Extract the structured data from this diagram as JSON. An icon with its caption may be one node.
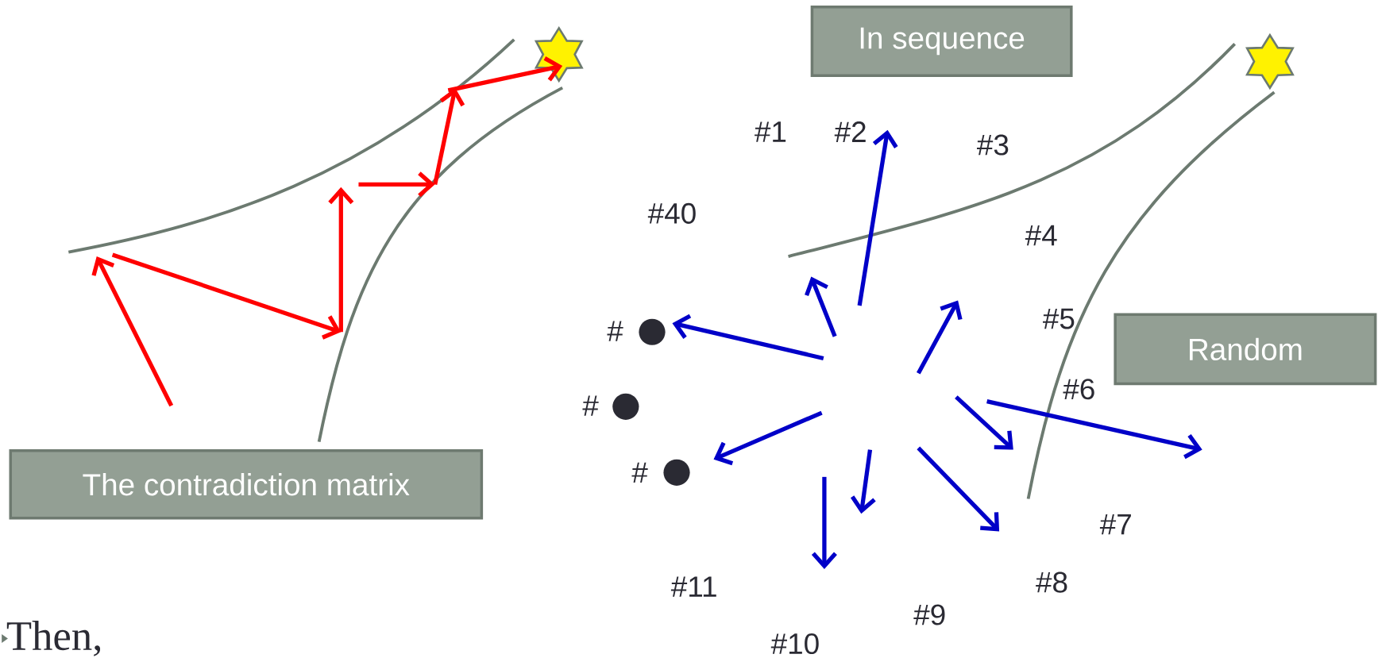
{
  "diagram": {
    "nodes": [
      {
        "text": [
          "In sequence"
        ]
      },
      {
        "text": [
          "Random"
        ]
      },
      {
        "text": [
          "The contradiction matrix"
        ]
      }
    ],
    "labels": [
      "#1",
      "#2",
      "#3",
      "#40",
      "#4",
      "#5",
      "#",
      "#6",
      "#",
      "#",
      "#7",
      "#8",
      "#11",
      "#9",
      "#10",
      "Then,"
    ]
  }
}
